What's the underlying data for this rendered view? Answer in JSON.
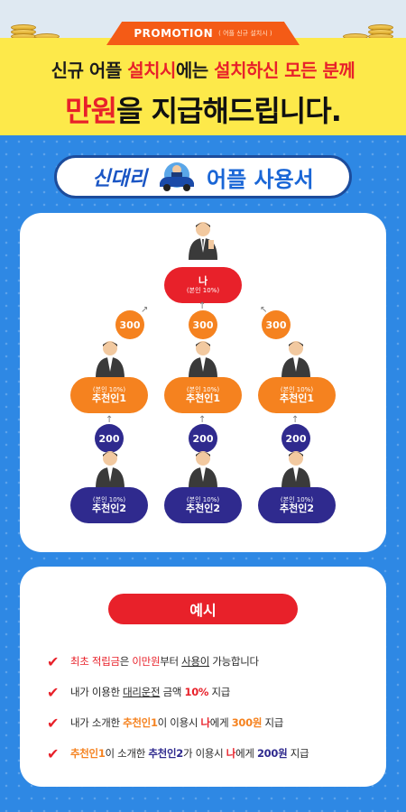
{
  "banner": {
    "promo": "PROMOTION",
    "promo_sub": "( 어플 신규 설치시 )",
    "line1_a": "신규 어플 ",
    "line1_b": "설치시",
    "line1_c": "에는 ",
    "line1_d": "설치하신 모든 분께",
    "line2_a": "만원",
    "line2_b": "을 지급해드립니다."
  },
  "logo": {
    "brand": "신대리",
    "title": "어플 사용서"
  },
  "tree": {
    "root": {
      "small": "나",
      "big": "(본인 10%)"
    },
    "level1_amount": "300",
    "level1_nodes": [
      {
        "small": "(본인 10%)",
        "big": "추천인1"
      },
      {
        "small": "(본인 10%)",
        "big": "추천인1"
      },
      {
        "small": "(본인 10%)",
        "big": "추천인1"
      }
    ],
    "level2_amount": "200",
    "level2_nodes": [
      {
        "small": "(본인 10%)",
        "big": "추천인2"
      },
      {
        "small": "(본인 10%)",
        "big": "추천인2"
      },
      {
        "small": "(본인 10%)",
        "big": "추천인2"
      }
    ]
  },
  "example": {
    "title": "예시",
    "items": [
      {
        "p1": "최초 적립금",
        "p2": "은 ",
        "p3": "이만원",
        "p4": "부터 ",
        "p5": "사용이",
        "p6": " 가능합니다"
      },
      {
        "p1": "내가 이용한 ",
        "p2": "대리운전",
        "p3": " 금액 ",
        "p4": "10%",
        "p5": " 지급"
      },
      {
        "p1": "내가 소개한 ",
        "p2": "추천인1",
        "p3": "이 이용시 ",
        "p4": "나",
        "p5": "에게 ",
        "p6": "300원",
        "p7": " 지급"
      },
      {
        "p1": "추천인1",
        "p2": "이 소개한 ",
        "p3": "추천인2",
        "p4": "가 이용시 ",
        "p5": "나",
        "p6": "에게 ",
        "p7": "200원",
        "p8": " 지급"
      }
    ]
  },
  "colors": {
    "background": "#2f8ae6",
    "accent_red": "#e8212a",
    "accent_orange": "#f5821f",
    "accent_navy": "#2f2a8e",
    "banner_yellow": "#fde94a"
  }
}
